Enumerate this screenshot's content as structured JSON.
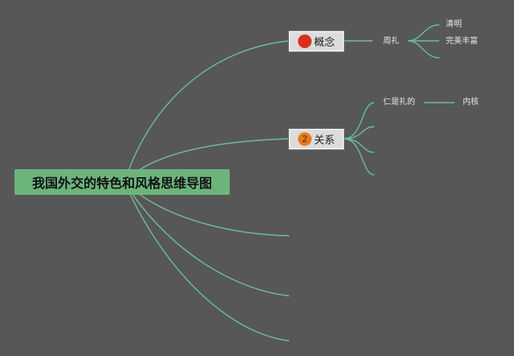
{
  "root": {
    "label": "我国外交的特色和风格思维导图"
  },
  "branches": [
    {
      "marker": "",
      "label": "概念",
      "marker_color": "#d8301a"
    },
    {
      "marker": "2",
      "label": "关系",
      "marker_color": "#ea7a1a"
    }
  ],
  "leaves": {
    "concept": {
      "label": "周礼",
      "children": [
        "清明",
        "完美丰富"
      ]
    },
    "relation": {
      "label": "仁是礼的",
      "children": [
        "内核"
      ]
    }
  },
  "colors": {
    "background": "#575757",
    "root_fill": "#6cb47c",
    "connector": "#6bbf9c",
    "node_fill": "#dcdcdc"
  }
}
